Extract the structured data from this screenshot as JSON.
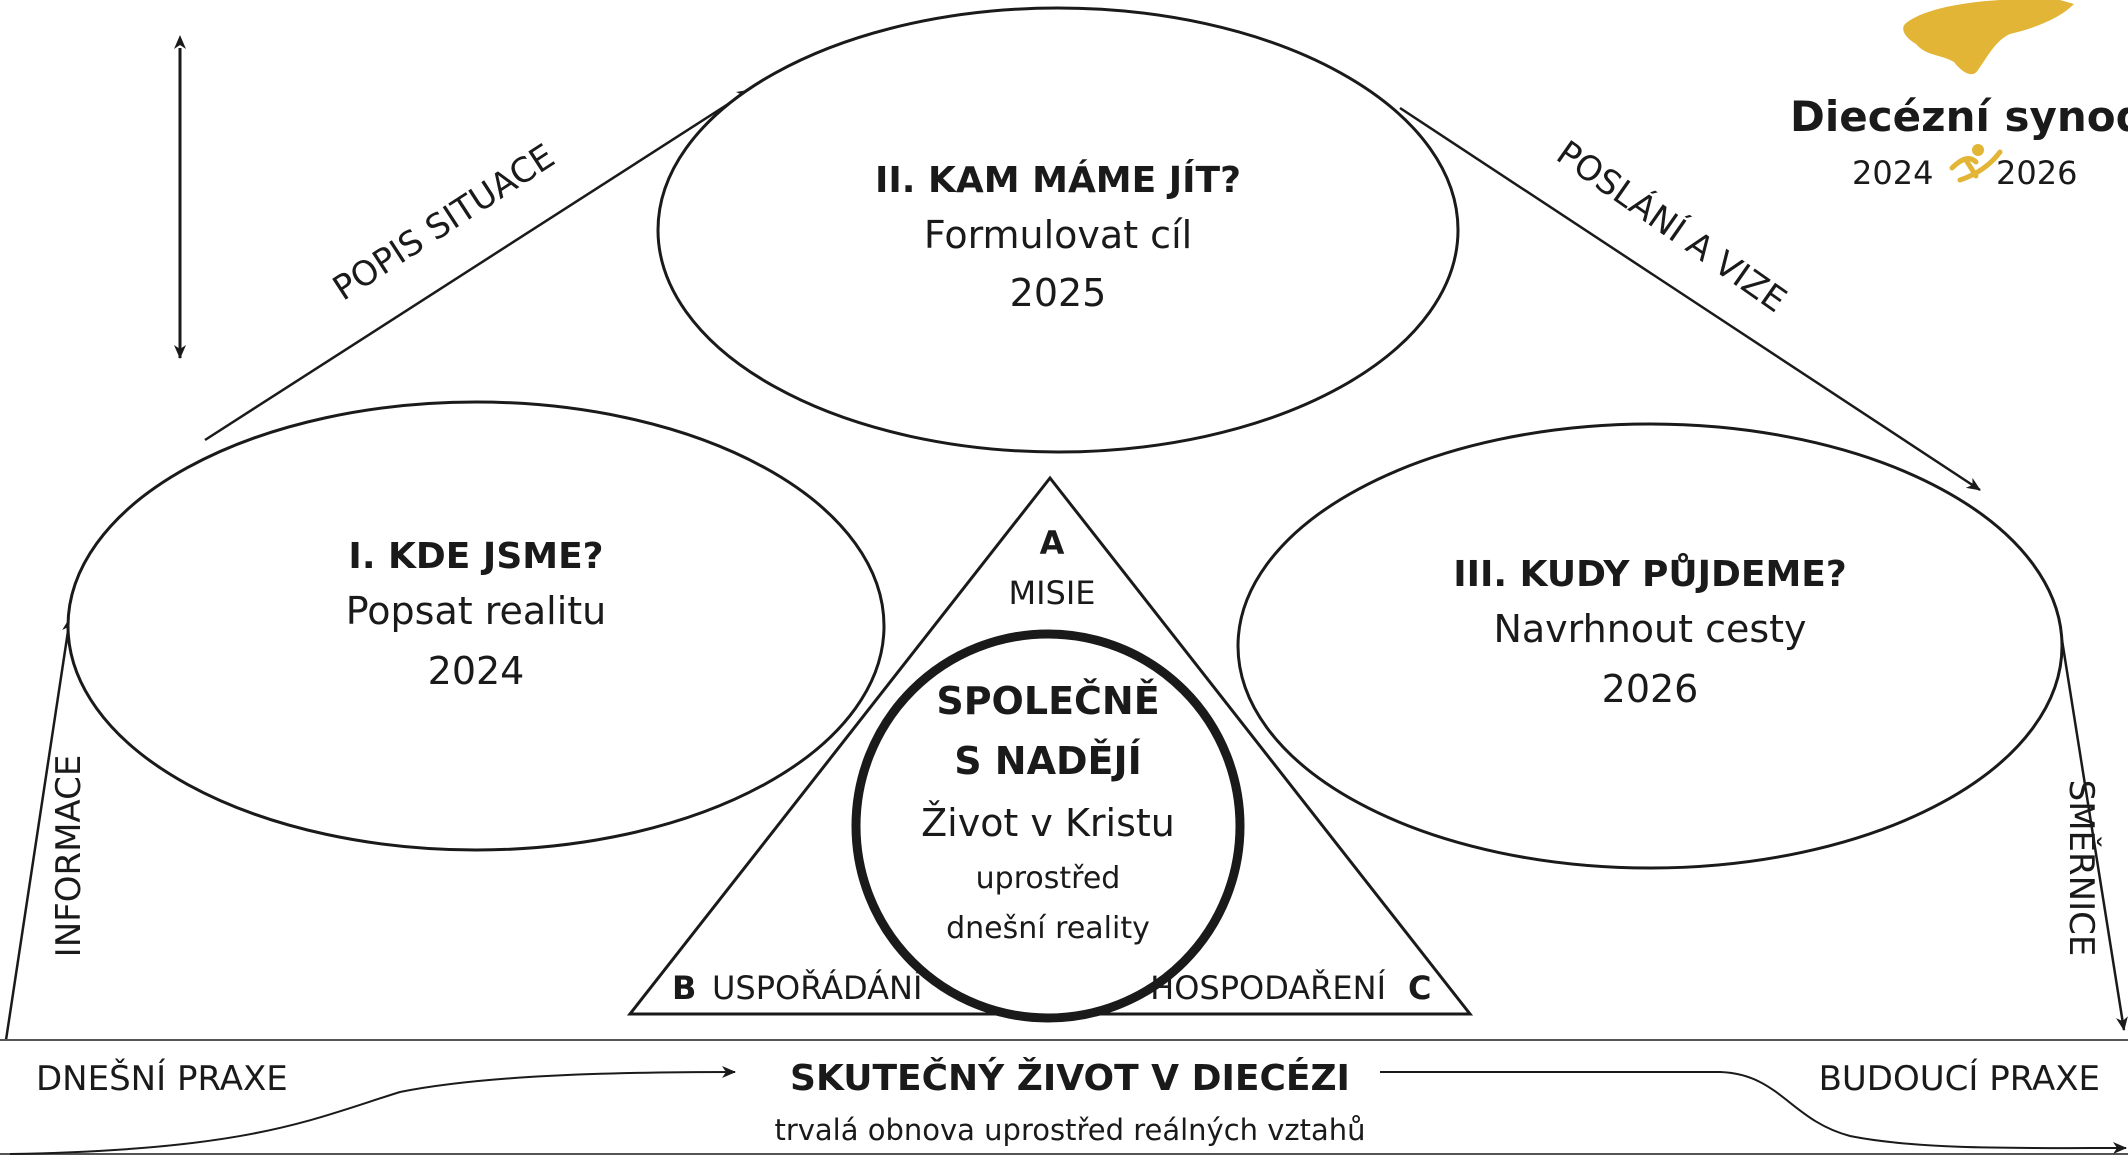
{
  "logo": {
    "title": "Diecézní synoda",
    "year_start": "2024",
    "year_end": "2026",
    "accent_color": "#e2b536"
  },
  "stages": [
    {
      "heading": "I. KDE JSME?",
      "task": "Popsat realitu",
      "year": "2024"
    },
    {
      "heading": "II. KAM MÁME JÍT?",
      "task": "Formulovat cíl",
      "year": "2025"
    },
    {
      "heading": "III. KUDY PŮJDEME?",
      "task": "Navrhnout cesty",
      "year": "2026"
    }
  ],
  "arrow_labels": {
    "popis_situace": "POPIS SITUACE",
    "poslani_a_vize": "POSLÁNÍ A VIZE",
    "informace": "INFORMACE",
    "smernice": "SMĚRNICE"
  },
  "triangle": {
    "corner_a_letter": "A",
    "corner_a_label": "MISIE",
    "corner_b_letter": "B",
    "corner_b_label": "USPOŘÁDÁNÍ",
    "corner_c_letter": "C",
    "corner_c_label": "HOSPODAŘENÍ"
  },
  "center": {
    "line1": "SPOLEČNĚ",
    "line2": "S NADĚJÍ",
    "line3": "Život v Kristu",
    "line4": "uprostřed",
    "line5": "dnešní reality"
  },
  "bottom_band": {
    "left_label": "DNEŠNÍ PRAXE",
    "title": "SKUTEČNÝ ŽIVOT V DIECÉZI",
    "subtitle": "trvalá obnova uprostřed reálných vztahů",
    "right_label": "BUDOUCÍ PRAXE"
  }
}
